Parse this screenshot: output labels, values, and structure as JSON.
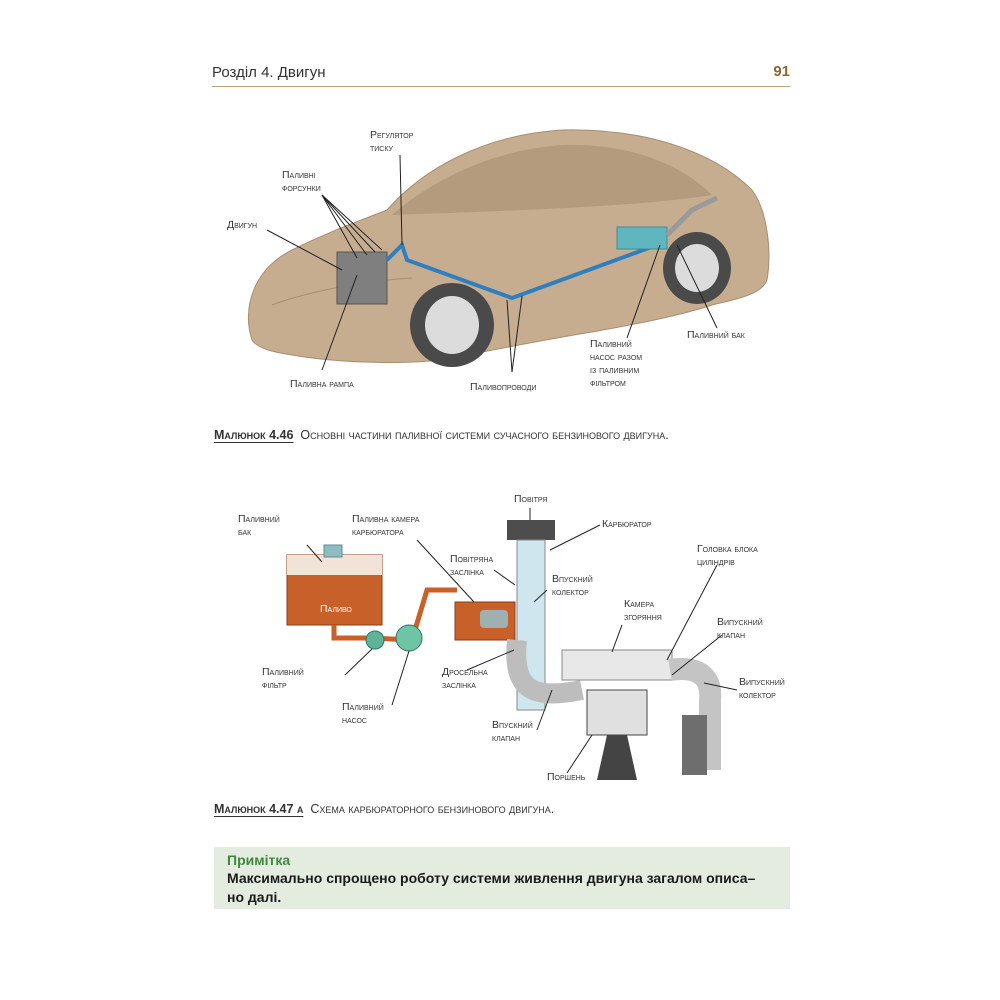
{
  "header": {
    "title": "Розділ 4. Двигун",
    "page_number": "91"
  },
  "figure_446": {
    "labels": {
      "regulator": [
        "Регулятор",
        "тиску"
      ],
      "injectors": [
        "Паливні",
        "форсунки"
      ],
      "engine": "Двигун",
      "fuel_rail": "Паливна рампа",
      "fuel_lines": "Паливопроводи",
      "pump": [
        "Паливний",
        "насос разом",
        "із паливним",
        "фільтром"
      ],
      "tank": "Паливний бак"
    },
    "caption_number": "Малюнок 4.46",
    "caption_text": "Основні частини паливної системи сучасного бензинового двигуна."
  },
  "figure_447a": {
    "labels": {
      "air": "Повітря",
      "carburetor": "Карбюратор",
      "fuel_tank": [
        "Паливний",
        "бак"
      ],
      "float_chamber": [
        "Паливна камера",
        "карбюратора"
      ],
      "air_damper": [
        "Повітряна",
        "заслінка"
      ],
      "fuel_inside": "Паливо",
      "intake_manifold": [
        "Впускний",
        "колектор"
      ],
      "head": [
        "Головка блока",
        "циліндрів"
      ],
      "combustion_chamber": [
        "Камера",
        "згоряння"
      ],
      "exhaust_valve": [
        "Випускний",
        "клапан"
      ],
      "exhaust_manifold": [
        "Випускний",
        "колектор"
      ],
      "filter": [
        "Паливний",
        "фільтр"
      ],
      "throttle": [
        "Дросельна",
        "заслінка"
      ],
      "pump": [
        "Паливний",
        "насос"
      ],
      "intake_valve": [
        "Впускний",
        "клапан"
      ],
      "piston": "Поршень"
    },
    "caption_number": "Малюнок 4.47 а",
    "caption_text": "Схема карбюраторного бензинового двигуна."
  },
  "note": {
    "title": "Примітка",
    "text": "Максимально спрощено роботу системи живлення двигуна загалом описа–\nно далі."
  },
  "colors": {
    "accent": "#8a6a2e",
    "note_bg": "#e4ece0",
    "note_title": "#3e8a3a",
    "car": "#c7ad90",
    "fuel_line": "#2f7fc0",
    "fuel": "#c8602a"
  }
}
